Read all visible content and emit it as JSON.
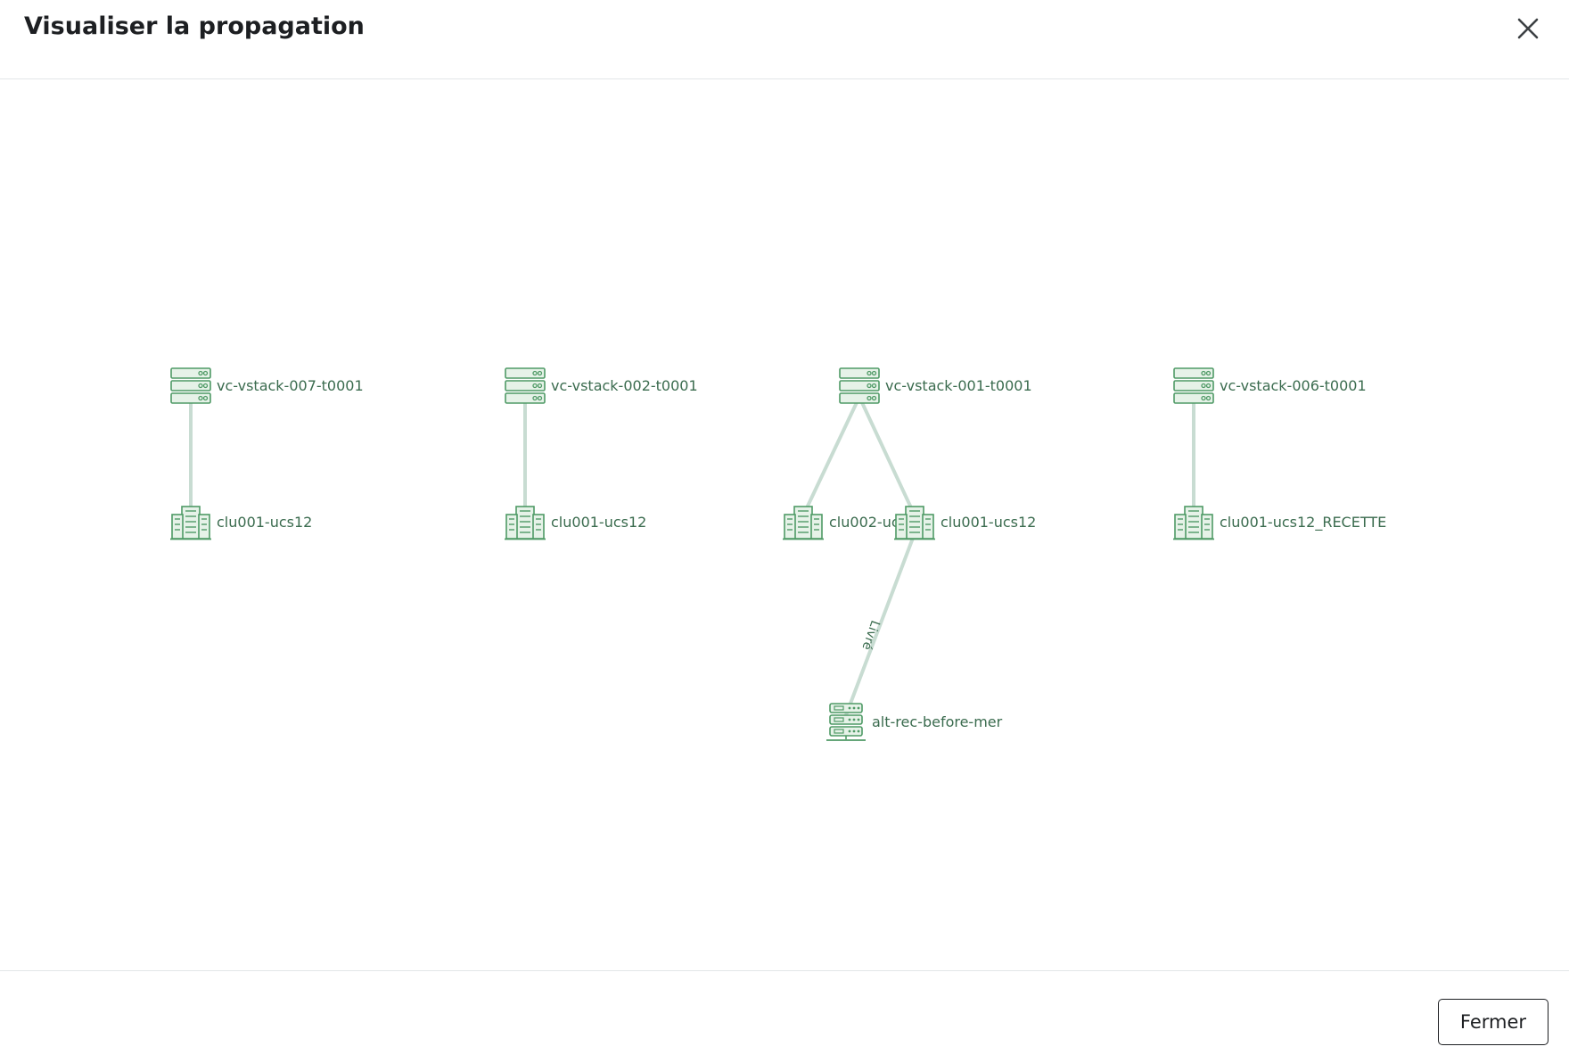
{
  "dialog": {
    "title": "Visualiser la propagation",
    "close_icon": "close-icon",
    "close_button_label": "Fermer"
  },
  "graph": {
    "colors": {
      "icon": "#4f9a66",
      "icon_fill": "#e6f2e8",
      "edge": "#c8dcd2",
      "label": "#3a6b4e"
    },
    "nodes": [
      {
        "id": "n1",
        "label": "vc-vstack-007-t0001",
        "icon": "server-stack-icon"
      },
      {
        "id": "n2",
        "label": "vc-vstack-002-t0001",
        "icon": "server-stack-icon"
      },
      {
        "id": "n3",
        "label": "vc-vstack-001-t0001",
        "icon": "server-stack-icon"
      },
      {
        "id": "n4",
        "label": "vc-vstack-006-t0001",
        "icon": "server-stack-icon"
      },
      {
        "id": "n5",
        "label": "clu001-ucs12",
        "icon": "cluster-building-icon"
      },
      {
        "id": "n6",
        "label": "clu001-ucs12",
        "icon": "cluster-building-icon"
      },
      {
        "id": "n7",
        "label": "clu002-ucs12",
        "icon": "cluster-building-icon"
      },
      {
        "id": "n8",
        "label": "clu001-ucs12",
        "icon": "cluster-building-icon"
      },
      {
        "id": "n9",
        "label": "clu001-ucs12_RECETTE",
        "icon": "cluster-building-icon"
      },
      {
        "id": "n10",
        "label": "alt-rec-before-mer",
        "icon": "server-rack-icon"
      }
    ],
    "edges": [
      {
        "from": "n1",
        "to": "n5",
        "label": ""
      },
      {
        "from": "n2",
        "to": "n6",
        "label": ""
      },
      {
        "from": "n3",
        "to": "n7",
        "label": ""
      },
      {
        "from": "n3",
        "to": "n8",
        "label": ""
      },
      {
        "from": "n4",
        "to": "n9",
        "label": ""
      },
      {
        "from": "n8",
        "to": "n10",
        "label": "Livré"
      }
    ]
  }
}
